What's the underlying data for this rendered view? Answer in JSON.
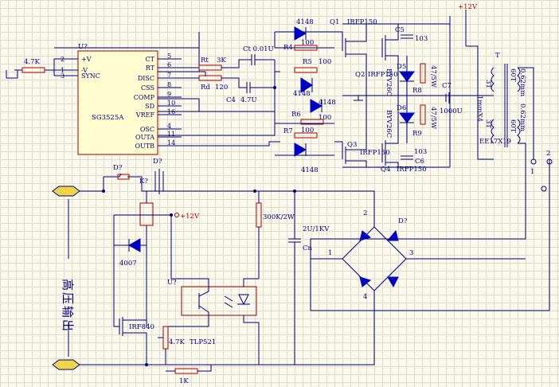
{
  "ic": {
    "ref": "U?",
    "part": "SG3525A",
    "left_pins": [
      {
        "num": "2",
        "name": "+V"
      },
      {
        "num": "1",
        "name": "-V"
      },
      {
        "num": "3",
        "name": "SYNC"
      }
    ],
    "right_pins": [
      {
        "num": "5",
        "name": "CT"
      },
      {
        "num": "6",
        "name": "RT"
      },
      {
        "num": "7",
        "name": "DISC"
      },
      {
        "num": "8",
        "name": "CSS"
      },
      {
        "num": "9",
        "name": "COMP"
      },
      {
        "num": "10",
        "name": "SD"
      },
      {
        "num": "16",
        "name": "VREF"
      },
      {
        "num": "4",
        "name": "OSC"
      },
      {
        "num": "11",
        "name": "OUTA"
      },
      {
        "num": "14",
        "name": "OUTB"
      }
    ]
  },
  "resistors": {
    "r_in": "4.7K",
    "rt_ref": "Rt",
    "rt_val": "3K",
    "rd_ref": "Rd",
    "rd_val": "120",
    "r4": "R4",
    "r4_val": "100",
    "r5": "R5",
    "r5_val": "100",
    "r6": "R6",
    "r6_val": "100",
    "r7": "R7",
    "r7_val": "100",
    "r8": "R8",
    "r8_val": "47/5W",
    "r9": "R9",
    "r9_val": "47/5W",
    "r_hv": "300K/2W",
    "r_pot": "4.7K",
    "r_1k": "1K"
  },
  "capacitors": {
    "ct_val": "Ct 0.01U",
    "c4": "C4",
    "c4_val": "4.7U",
    "c5": "C5",
    "c5_val": "103",
    "c6": "C6",
    "c6_val": "103",
    "c7": "C7",
    "c7_val": "1000U",
    "cn": "Cn",
    "cn_val": "2U/1KV"
  },
  "diodes": {
    "d4148": "4148",
    "d5": "D5",
    "d6": "D6",
    "byv": "BYV26C",
    "d4007": "4007",
    "bridge": "D?",
    "bridge_pins": [
      "1",
      "2",
      "3",
      "4"
    ]
  },
  "mosfets": {
    "q1": "Q1",
    "q2": "Q2",
    "q3": "Q3",
    "q4": "Q4",
    "part": "IRFP150",
    "q_low": "IRF840"
  },
  "transformer": {
    "ref": "T",
    "core": "EE17X19",
    "gap": "1mmX4",
    "turns_p": "3T",
    "turns_s1": "60T",
    "turns_s2": "60T",
    "wire": "0.62mm"
  },
  "relay": {
    "contact": "D?",
    "coil": "K?",
    "switch": "D?"
  },
  "optocoupler": {
    "ref": "U?",
    "part": "TLP521"
  },
  "power": {
    "vplus": "+12V",
    "vplus2": "+12V"
  },
  "terminals": {
    "t1": "1",
    "t2": "2"
  },
  "output_label": "高压输出"
}
